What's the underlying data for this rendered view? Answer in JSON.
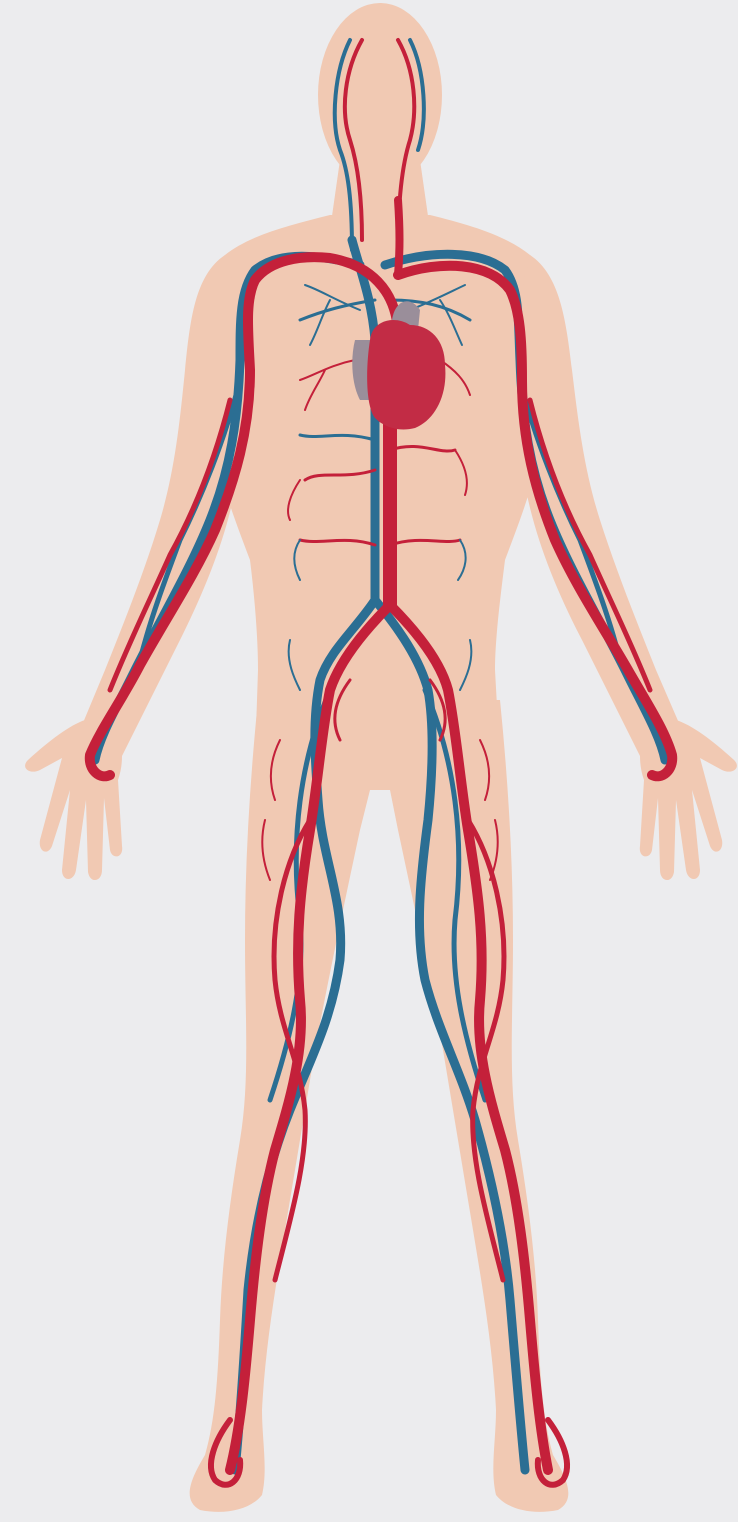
{
  "illustration": {
    "subject": "human-circulatory-system",
    "elements": [
      "body-silhouette",
      "heart",
      "arteries",
      "veins",
      "capillaries"
    ]
  },
  "colors": {
    "background": "#ECECEE",
    "skin": "#F1C9B3",
    "skin_shadow": "#E9B9A0",
    "artery": "#C4203A",
    "vein": "#2B6E93",
    "heart": "#C22C45",
    "heart_vessel_gray": "#9A8E9A"
  }
}
